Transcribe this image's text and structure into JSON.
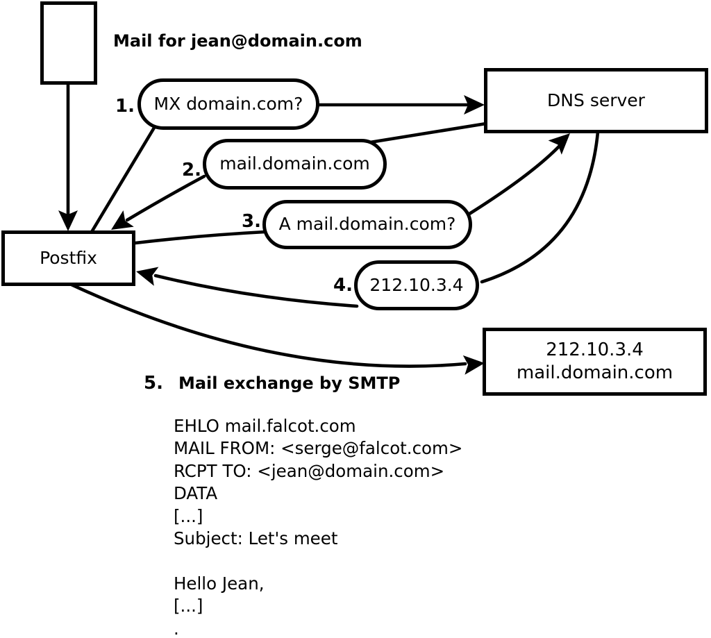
{
  "labels": {
    "mail_for": "Mail for jean@domain.com"
  },
  "nodes": {
    "postfix": "Postfix",
    "dns_server": "DNS server",
    "mail_server_line1": "212.10.3.4",
    "mail_server_line2": "mail.domain.com"
  },
  "steps": [
    {
      "num": "1.",
      "label": "MX domain.com?"
    },
    {
      "num": "2.",
      "label": "mail.domain.com"
    },
    {
      "num": "3.",
      "label": "A mail.domain.com?"
    },
    {
      "num": "4.",
      "label": "212.10.3.4"
    },
    {
      "num": "5.",
      "label": "Mail exchange by SMTP"
    }
  ],
  "smtp": {
    "lines": [
      "EHLO mail.falcot.com",
      "MAIL FROM: <serge@falcot.com>",
      "RCPT TO: <jean@domain.com>",
      "DATA",
      "[...]",
      "Subject: Let's meet",
      "",
      "Hello Jean,",
      "[...]",
      "."
    ]
  },
  "colors": {
    "stroke": "#000000",
    "background": "#ffffff"
  }
}
